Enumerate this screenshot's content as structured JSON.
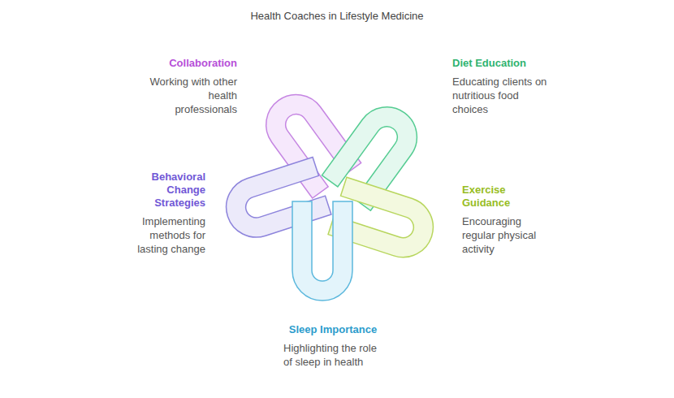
{
  "diagram": {
    "title": "Health Coaches in Lifestyle Medicine",
    "nodes": [
      {
        "text": [
          "Collaboration",
          "Working with other health professionals"
        ]
      },
      {
        "text": [
          "Diet Education",
          "Educating clients on nutritious food choices"
        ]
      },
      {
        "text": [
          "Behavioral Change Strategies",
          "Implementing methods for lasting change"
        ]
      },
      {
        "text": [
          "Exercise Guidance",
          "Encouraging regular physical activity"
        ]
      },
      {
        "text": [
          "Sleep Importance",
          "Highlighting the role of sleep in health"
        ]
      }
    ]
  }
}
